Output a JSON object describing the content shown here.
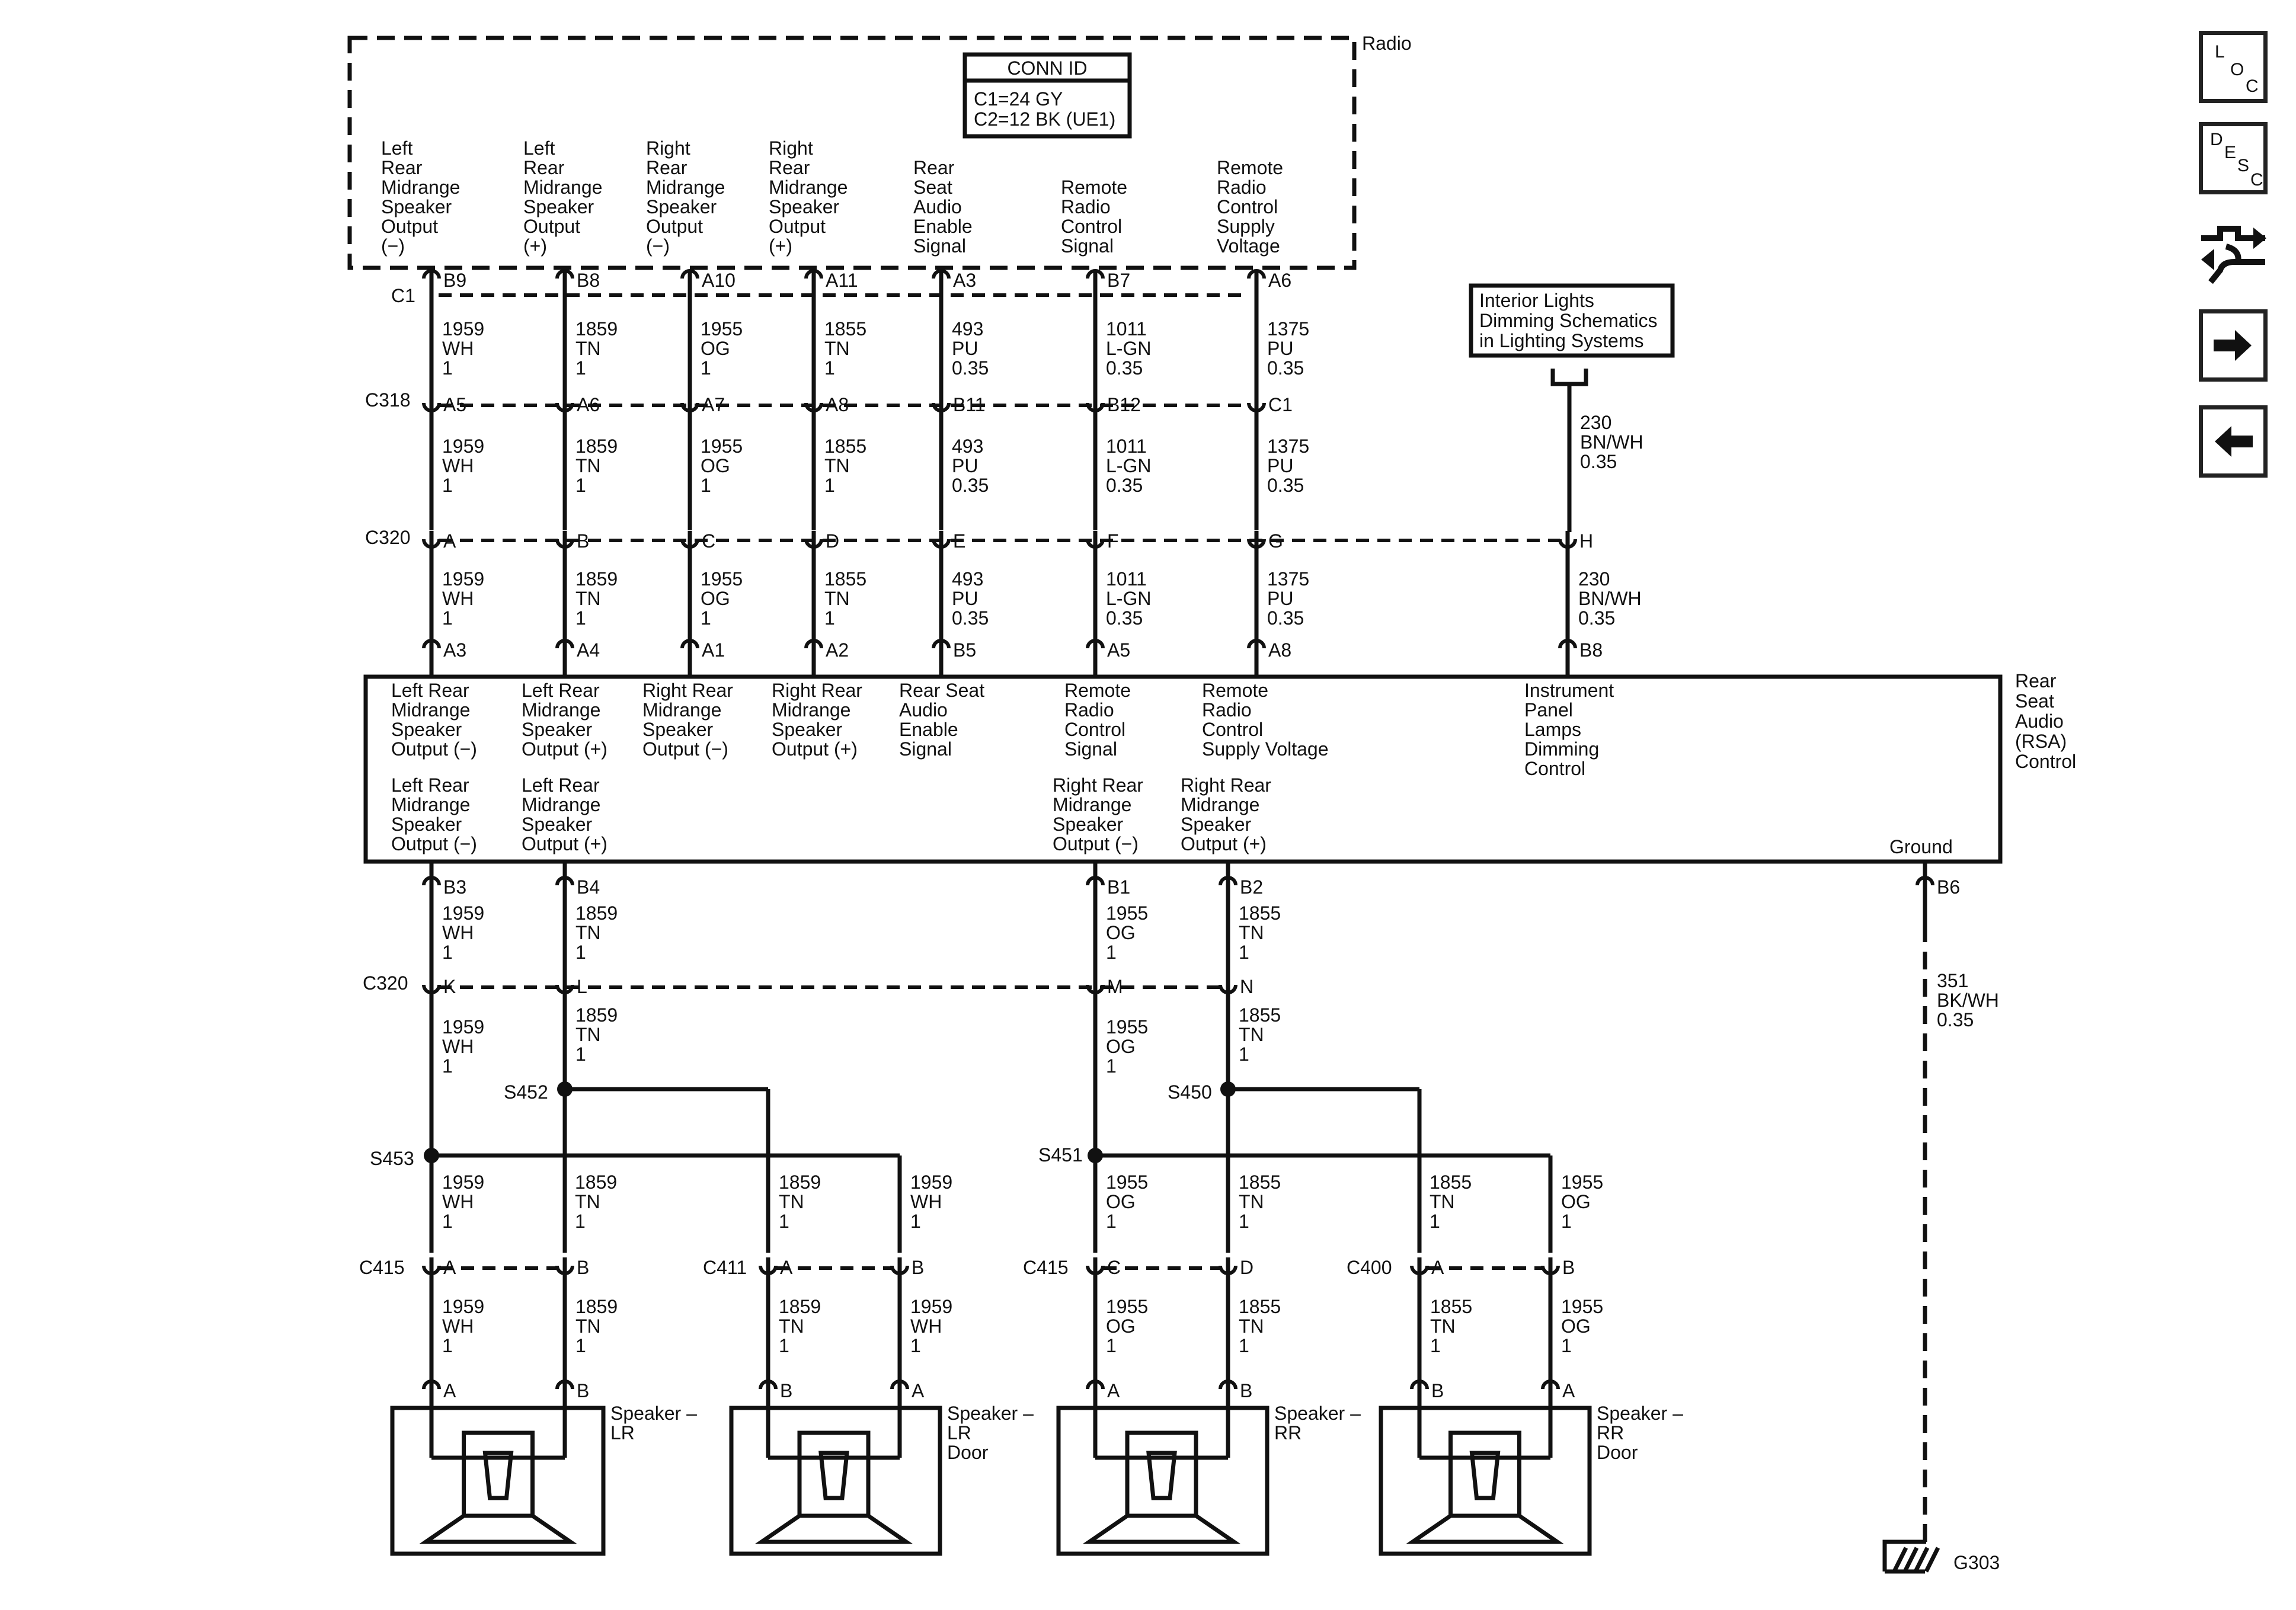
{
  "nav_buttons": {
    "loc": {
      "l1": "L",
      "l2": "O",
      "l3": "C"
    },
    "desc": {
      "l1": "D",
      "l2": "E",
      "l3": "S",
      "l4": "C"
    }
  },
  "radio": {
    "title": "Radio",
    "conn_id": {
      "header": "CONN ID",
      "line1": "C1=24 GY",
      "line2": "C2=12 BK (UE1)"
    },
    "functions": [
      [
        "Left",
        "Rear",
        "Midrange",
        "Speaker",
        "Output",
        "(−)"
      ],
      [
        "Left",
        "Rear",
        "Midrange",
        "Speaker",
        "Output",
        "(+)"
      ],
      [
        "Right",
        "Rear",
        "Midrange",
        "Speaker",
        "Output",
        "(−)"
      ],
      [
        "Right",
        "Rear",
        "Midrange",
        "Speaker",
        "Output",
        "(+)"
      ],
      [
        "Rear",
        "Seat",
        "Audio",
        "Enable",
        "Signal"
      ],
      [
        "Remote",
        "Radio",
        "Control",
        "Signal"
      ],
      [
        "Remote",
        "Radio",
        "Control",
        "Supply",
        "Voltage"
      ]
    ],
    "connector": "C1",
    "pins": [
      "B9",
      "B8",
      "A10",
      "A11",
      "A3",
      "B7",
      "A6"
    ]
  },
  "interior_lights_ref": [
    "Interior Lights",
    "Dimming Schematics",
    "in Lighting Systems"
  ],
  "connectors": {
    "c318": {
      "label": "C318",
      "pins": [
        "A5",
        "A6",
        "A7",
        "A8",
        "B11",
        "B12",
        "C1"
      ]
    },
    "c320_top": {
      "label": "C320",
      "pins": [
        "A",
        "B",
        "C",
        "D",
        "E",
        "F",
        "G",
        "H"
      ]
    },
    "rsa_top_pins": [
      "A3",
      "A4",
      "A1",
      "A2",
      "B5",
      "A5",
      "A8",
      "B8"
    ],
    "rsa_bottom_pins": [
      "B3",
      "B4",
      "B1",
      "B2",
      "B6"
    ],
    "c320_bot": {
      "label": "C320",
      "pins": [
        "K",
        "L",
        "M",
        "N"
      ]
    },
    "c415_left": {
      "label": "C415",
      "pins": [
        "A",
        "B"
      ]
    },
    "c411": {
      "label": "C411",
      "pins": [
        "A",
        "B"
      ]
    },
    "c415_right": {
      "label": "C415",
      "pins": [
        "C",
        "D"
      ]
    },
    "c400": {
      "label": "C400",
      "pins": [
        "A",
        "B"
      ]
    }
  },
  "wires": {
    "w1959": [
      "1959",
      "WH",
      "1"
    ],
    "w1859": [
      "1859",
      "TN",
      "1"
    ],
    "w1955": [
      "1955",
      "OG",
      "1"
    ],
    "w1855": [
      "1855",
      "TN",
      "1"
    ],
    "w493": [
      "493",
      "PU",
      "0.35"
    ],
    "w1011": [
      "1011",
      "L-GN",
      "0.35"
    ],
    "w1375": [
      "1375",
      "PU",
      "0.35"
    ],
    "w230": [
      "230",
      "BN/WH",
      "0.35"
    ],
    "w351": [
      "351",
      "BK/WH",
      "0.35"
    ]
  },
  "rsa": {
    "title": [
      "Rear",
      "Seat",
      "Audio",
      "(RSA)",
      "Control"
    ],
    "top_functions": [
      [
        "Left Rear",
        "Midrange",
        "Speaker",
        "Output (−)"
      ],
      [
        "Left Rear",
        "Midrange",
        "Speaker",
        "Output (+)"
      ],
      [
        "Right Rear",
        "Midrange",
        "Speaker",
        "Output (−)"
      ],
      [
        "Right Rear",
        "Midrange",
        "Speaker",
        "Output (+)"
      ],
      [
        "Rear Seat",
        "Audio",
        "Enable",
        "Signal"
      ],
      [
        "Remote",
        "Radio",
        "Control",
        "Signal"
      ],
      [
        "Remote",
        "Radio",
        "Control",
        "Supply Voltage"
      ],
      [
        "Instrument",
        "Panel",
        "Lamps",
        "Dimming",
        "Control"
      ]
    ],
    "bottom_functions": [
      [
        "Left Rear",
        "Midrange",
        "Speaker",
        "Output (−)"
      ],
      [
        "Left Rear",
        "Midrange",
        "Speaker",
        "Output (+)"
      ],
      [
        "Right Rear",
        "Midrange",
        "Speaker",
        "Output (−)"
      ],
      [
        "Right Rear",
        "Midrange",
        "Speaker",
        "Output (+)"
      ]
    ],
    "ground_label": "Ground"
  },
  "splices": [
    "S452",
    "S453",
    "S450",
    "S451"
  ],
  "speakers": [
    {
      "label": [
        "Speaker –",
        "LR"
      ],
      "pins": [
        "A",
        "B"
      ]
    },
    {
      "label": [
        "Speaker –",
        "LR",
        "Door"
      ],
      "pins": [
        "B",
        "A"
      ]
    },
    {
      "label": [
        "Speaker –",
        "RR"
      ],
      "pins": [
        "A",
        "B"
      ]
    },
    {
      "label": [
        "Speaker –",
        "RR",
        "Door"
      ],
      "pins": [
        "B",
        "A"
      ]
    }
  ],
  "ground": "G303"
}
